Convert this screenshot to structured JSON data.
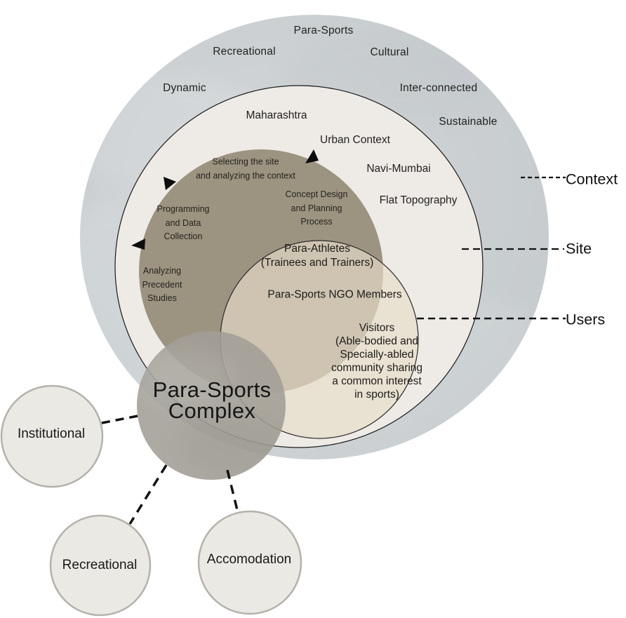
{
  "colors": {
    "ring_light": "#d2d6d8",
    "ring_dark": "#c5cacd",
    "site_fill": "#eeebe6",
    "site_stroke": "#1a1a1a",
    "process_fill": "#9c9381",
    "users_fill": "rgba(230,219,200,0.68)",
    "users_stroke": "#2b2b2b",
    "complex_fill": "rgba(162,158,150,0.88)",
    "node_fill": "#ebe9e4",
    "node_stroke": "#b5b2ac",
    "dash_color": "#111111",
    "arrow_color": "#0d0d0d"
  },
  "context_ring": {
    "label": "Context",
    "items": [
      "Para-Sports",
      "Recreational",
      "Cultural",
      "Dynamic",
      "Inter-connected",
      "Sustainable"
    ]
  },
  "site_ring": {
    "label": "Site",
    "items": [
      "Maharashtra",
      "Urban Context",
      "Navi-Mumbai",
      "Flat Topography"
    ]
  },
  "process_cycle": {
    "steps": [
      {
        "lines": [
          "Selecting the site",
          "and analyzing the context"
        ]
      },
      {
        "lines": [
          "Concept Design",
          "and Planning",
          "Process"
        ]
      },
      {
        "lines": [
          "Programming",
          "and Data",
          "Collection"
        ]
      },
      {
        "lines": [
          "Analyzing",
          "Precedent",
          "Studies"
        ]
      }
    ]
  },
  "users_circle": {
    "label": "Users",
    "groups": [
      {
        "lines": [
          "Para-Athletes",
          "(Trainees and Trainers)"
        ]
      },
      {
        "lines": [
          "Para-Sports NGO Members"
        ]
      },
      {
        "lines": [
          "Visitors",
          "(Able-bodied and",
          "Specially-abled",
          "community sharing",
          "a common interest",
          "in sports)"
        ]
      }
    ]
  },
  "complex_node": {
    "lines": [
      "Para-Sports",
      "Complex"
    ]
  },
  "program_nodes": [
    {
      "label": "Institutional"
    },
    {
      "label": "Recreational"
    },
    {
      "label": "Accomodation"
    }
  ]
}
